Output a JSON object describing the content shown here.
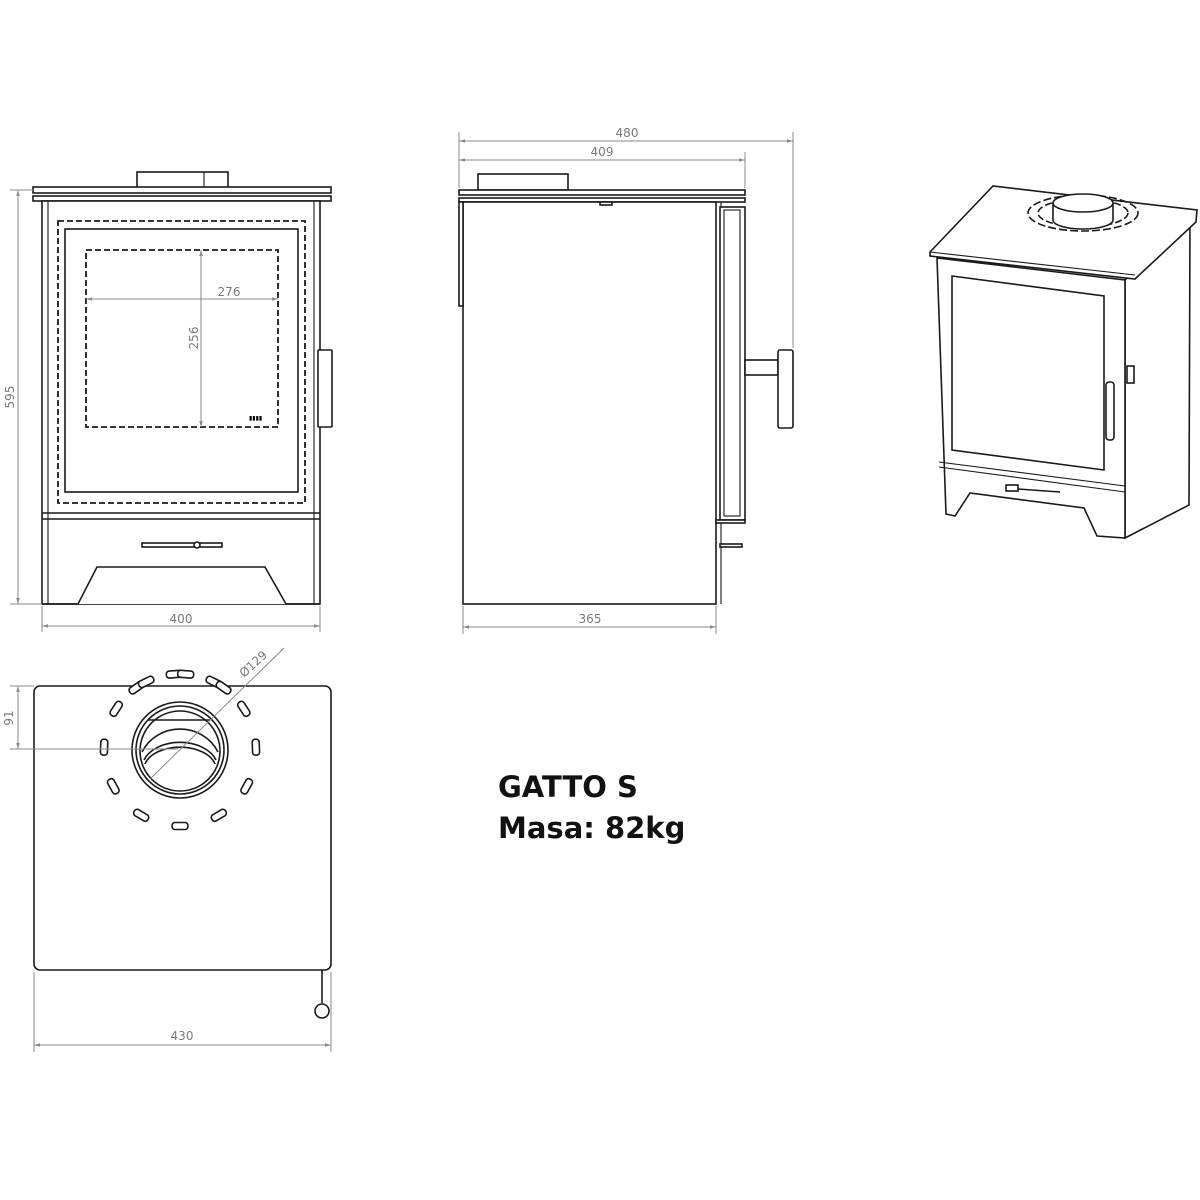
{
  "model": {
    "name": "GATTO S",
    "mass_label": "Masa: 82kg"
  },
  "front_view": {
    "width": "400",
    "height": "595",
    "glass_width": "276",
    "glass_height": "256"
  },
  "side_view": {
    "total_depth": "480",
    "top_depth": "409",
    "body_depth": "365"
  },
  "top_view": {
    "width": "430",
    "flue_offset": "91",
    "flue_diameter": "Ø129"
  },
  "colors": {
    "line": "#1a1a1a",
    "dimension": "#8a8a8a"
  }
}
